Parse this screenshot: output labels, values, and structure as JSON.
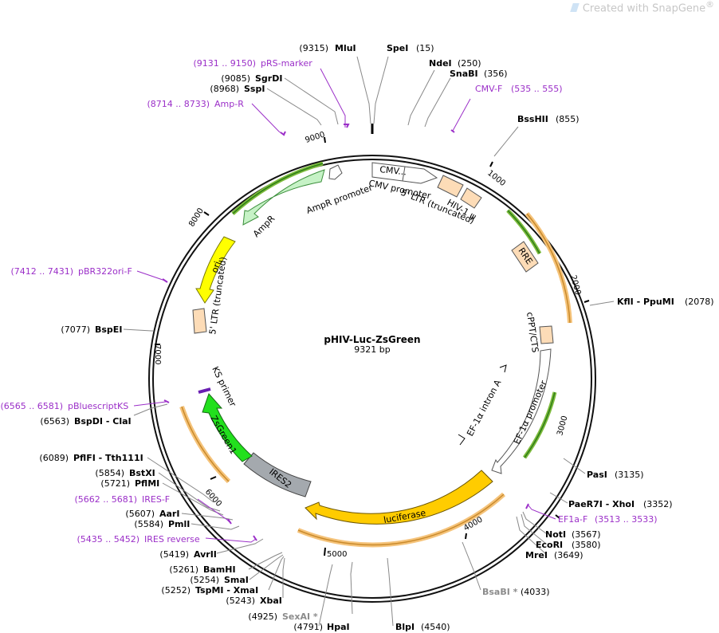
{
  "watermark": {
    "prefix": "Created with ",
    "brand": "SnapGene",
    "reg": "®"
  },
  "plasmid": {
    "name": "pHIV-Luc-ZsGreen",
    "size_label": "9321 bp",
    "length": 9321
  },
  "ticks": [
    "1000",
    "2000",
    "3000",
    "4000",
    "5000",
    "6000",
    "7000",
    "8000",
    "9000"
  ],
  "sites": [
    {
      "pos": "(9315)",
      "name": "MluI"
    },
    {
      "pos": "(15)",
      "name": "SpeI"
    },
    {
      "pos": "(250)",
      "name": "NdeI"
    },
    {
      "pos": "(356)",
      "name": "SnaBI"
    },
    {
      "pos": "(855)",
      "name": "BssHII"
    },
    {
      "pos": "(2078)",
      "name": "KflI  - PpuMI"
    },
    {
      "pos": "(3135)",
      "name": "PasI"
    },
    {
      "pos": "(3352)",
      "name": "PaeR7I - XhoI"
    },
    {
      "pos": "(3567)",
      "name": "NotI"
    },
    {
      "pos": "(3580)",
      "name": "EcoRI"
    },
    {
      "pos": "(3649)",
      "name": "MreI"
    },
    {
      "pos": "(4033)",
      "name": "BsaBI *"
    },
    {
      "pos": "(4540)",
      "name": "BlpI"
    },
    {
      "pos": "(4791)",
      "name": "HpaI"
    },
    {
      "pos": "(4925)",
      "name": "SexAI *"
    },
    {
      "pos": "(5243)",
      "name": "XbaI"
    },
    {
      "pos": "(5252)",
      "name": "TspMI  - XmaI"
    },
    {
      "pos": "(5254)",
      "name": "SmaI"
    },
    {
      "pos": "(5261)",
      "name": "BamHI"
    },
    {
      "pos": "(5419)",
      "name": "AvrII"
    },
    {
      "pos": "(5584)",
      "name": "PmlI"
    },
    {
      "pos": "(5607)",
      "name": "AarI"
    },
    {
      "pos": "(5721)",
      "name": "PflMI"
    },
    {
      "pos": "(5854)",
      "name": "BstXI"
    },
    {
      "pos": "(6089)",
      "name": "PflFI  - Tth111I"
    },
    {
      "pos": "(6563)",
      "name": "BspDI  - ClaI"
    },
    {
      "pos": "(7077)",
      "name": "BspEI"
    },
    {
      "pos": "(8968)",
      "name": "SspI"
    },
    {
      "pos": "(9085)",
      "name": "SgrDI"
    }
  ],
  "primers": [
    {
      "range": "(9131 .. 9150)",
      "name": "pRS-marker"
    },
    {
      "range": "(8714 .. 8733)",
      "name": "Amp-R"
    },
    {
      "range": "(535 .. 555)",
      "name": "CMV-F"
    },
    {
      "range": "(7412 .. 7431)",
      "name": "pBR322ori-F"
    },
    {
      "range": "(6565 .. 6581)",
      "name": "pBluescriptKS"
    },
    {
      "range": "(5662 .. 5681)",
      "name": "IRES-F"
    },
    {
      "range": "(5435 .. 5452)",
      "name": "IRES reverse"
    },
    {
      "range": "(3513 .. 3533)",
      "name": "EF1a-F"
    }
  ],
  "features": {
    "cmv_short": "CMV...",
    "cmv_promoter": "CMV promoter",
    "ltr5": "5' LTR (truncated)",
    "hiv_psi": "HIV-1 ψ",
    "rre": "RRE",
    "cppt": "cPPT/CTS",
    "ef1a_intron": "EF-1α intron A",
    "ef1a_promoter": "EF-1α promoter",
    "luciferase": "luciferase",
    "ires2": "IRES2",
    "zsgreen1": "ZsGreen1",
    "ks_primer": "KS primer",
    "ltr5_left": "5' LTR (truncated)",
    "ori": "ori",
    "ampr": "AmpR",
    "ampr_promoter": "AmpR promoter"
  },
  "colors": {
    "primer": "#9b2fc8",
    "orf_glow": "#f5c37a",
    "primer_glow": "#7dbb3c",
    "ampr": "#c6f2c6",
    "ori": "#ffff00",
    "zsgreen": "#22e01d",
    "luciferase": "#ffcc00",
    "ires": "#a4a9ae",
    "ltr": "#fddcb7"
  }
}
